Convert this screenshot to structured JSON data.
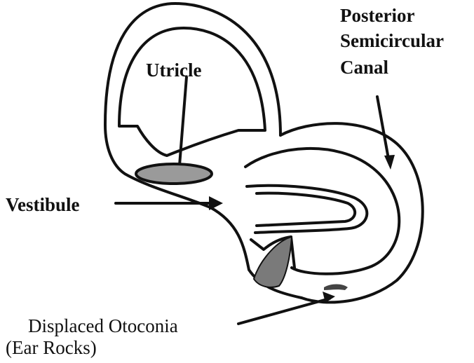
{
  "labels": {
    "posterior_1": "Posterior",
    "posterior_2": "Semicircular",
    "posterior_3": "Canal",
    "utricle": "Utricle",
    "vestibule": "Vestibule",
    "otoconia_1": "Displaced Otoconia",
    "otoconia_2": "(Ear Rocks)"
  },
  "colors": {
    "ink": "#111111",
    "paper": "#ffffff",
    "shade": "#7a7a7a"
  }
}
